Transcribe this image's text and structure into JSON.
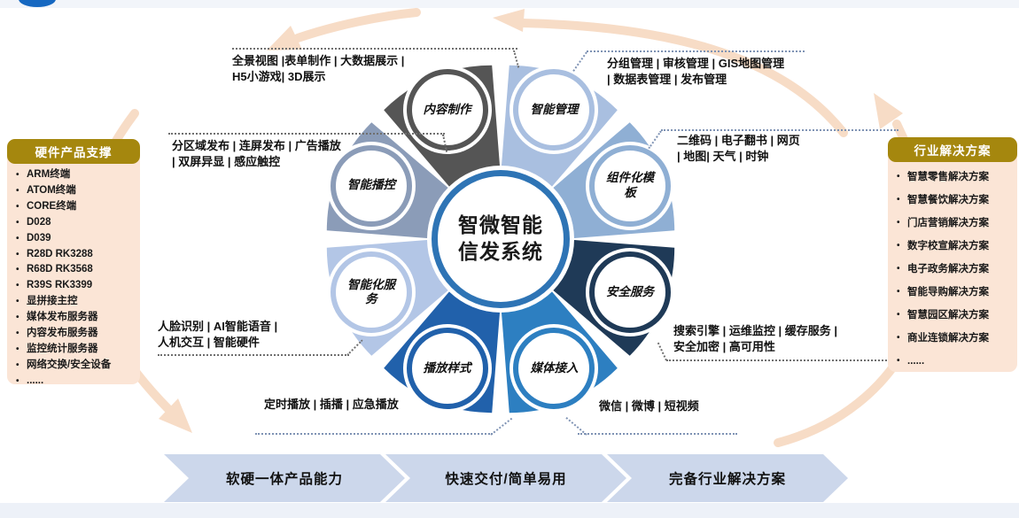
{
  "diagram": {
    "center": {
      "line1": "智微智能",
      "line2": "信发系统",
      "ring_color": "#2e74b5"
    },
    "petals": [
      {
        "id": "content-creation",
        "label": "内容制作",
        "color": "#555555",
        "angle": -112.5
      },
      {
        "id": "smart-management",
        "label": "智能管理",
        "color": "#a9bfe0",
        "angle": -67.5
      },
      {
        "id": "component-templates",
        "label": "组件化模板",
        "color": "#8fafd4",
        "angle": -22.5
      },
      {
        "id": "security-services",
        "label": "安全服务",
        "color": "#1f3a57",
        "angle": 22.5
      },
      {
        "id": "media-access",
        "label": "媒体接入",
        "color": "#2d7fc1",
        "angle": 67.5
      },
      {
        "id": "playback-styles",
        "label": "播放样式",
        "color": "#2161ab",
        "angle": 112.5
      },
      {
        "id": "intelligent-services",
        "label": "智能化服务",
        "color": "#b3c6e6",
        "angle": 157.5
      },
      {
        "id": "smart-broadcast-control",
        "label": "智能播控",
        "color": "#8b9cb8",
        "angle": -157.5
      }
    ],
    "annotations": {
      "content_creation": {
        "line1": "全景视图 |表单制作 | 大数据展示 |",
        "line2": "H5小游戏| 3D展示"
      },
      "smart_management": {
        "line1": "分组管理 | 审核管理 | GIS地图管理",
        "line2": "| 数据表管理 | 发布管理"
      },
      "smart_broadcast": {
        "line1": "分区域发布 | 连屏发布 | 广告播放",
        "line2": "| 双屏异显 | 感应触控"
      },
      "component_templates": {
        "line1": "二维码 | 电子翻书 | 网页",
        "line2": "| 地图| 天气 | 时钟"
      },
      "intelligent_services": {
        "line1": "人脸识别 | AI智能语音 |",
        "line2": "人机交互 | 智能硬件"
      },
      "security_services": {
        "line1": "搜索引擎 | 运维监控 | 缓存服务 |",
        "line2": "安全加密 | 高可用性"
      },
      "playback_styles": {
        "line1": "定时播放 | 插播 | 应急播放",
        "line2": ""
      },
      "media_access": {
        "line1": "微信 | 微博 | 短视频",
        "line2": ""
      }
    }
  },
  "left_panel": {
    "title": "硬件产品支撑",
    "items": [
      "ARM终端",
      "ATOM终端",
      "CORE终端",
      "D028",
      "D039",
      "R28D RK3288",
      "R68D RK3568",
      "R39S RK3399",
      "显拼接主控",
      "媒体发布服务器",
      "内容发布服务器",
      "监控统计服务器",
      "网络交换/安全设备",
      "......"
    ]
  },
  "right_panel": {
    "title": "行业解决方案",
    "items": [
      "智慧零售解决方案",
      "智慧餐饮解决方案",
      "门店营销解决方案",
      "数字校宣解决方案",
      "电子政务解决方案",
      "智能导购解决方案",
      "智慧园区解决方案",
      "商业连锁解决方案",
      "......"
    ]
  },
  "bottom_steps": {
    "step1": "软硬一体产品能力",
    "step2": "快速交付/简单易用",
    "step3": "完备行业解决方案"
  },
  "colors": {
    "orbit_arrow": "#f7dcc6",
    "panel_bg": "#fbe5d6",
    "panel_header_bg": "#a5870e",
    "chevron_bg": "#ccd7eb",
    "center_ring": "#2e74b5",
    "top_strip": "#f2f5fa",
    "bottom_strip": "#edf1f8",
    "corner_pill": "#1668c1"
  }
}
